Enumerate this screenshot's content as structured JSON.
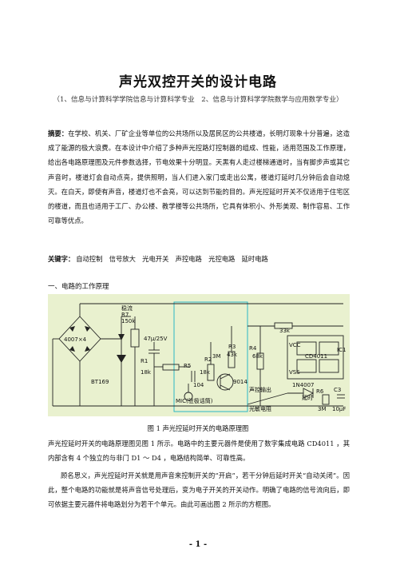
{
  "title": "声光双控开关的设计电路",
  "affiliation": "（1、信息与计算科学学院信息与计算科学专业　2、信息与计算科学学院数学与应用数学专业）",
  "abstract_label": "摘要：",
  "abstract_text": "在学校、机关、厂矿企业等单位的公共场所以及居民区的公共楼道，长明灯现象十分普遍，这造成了能源的极大浪费。在本设计中介绍了多种声光控路灯控制器的组成、性能，适用范围及工作原理，给出各电路原理图及元件参数选择，节电效果十分明显。天黑有人走过楼梯通道时，当有脚步声或其它声音时，楼道灯会自动点亮，提供照明，当人们进入家门或走出公寓，楼道灯延时几分钟后会自动熄灭。在白天，即使有声音，楼道灯也不会亮，可以达到节能的目的。声光控延时开关不仅适用于住宅区的楼道，而且也适用于工厂、办公楼、教学楼等公共场所，它具有体积小、外形美观、制作容易、工作可靠等优点。",
  "keywords_label": "关键字：",
  "keywords": "自动控制　信号放大　光电开关　声控电路　光控电路　延时电路",
  "section_heading": "一、电路的工作原理",
  "figure_labels": {
    "d1": "4007×4",
    "zener": "稳流",
    "r7": "R7",
    "r7v": "150k",
    "c1": "47μ/25V",
    "r1": "R1",
    "r1v": "18k",
    "bt": "BT169",
    "r2": "R2",
    "r2v": "18k",
    "r3": "R3",
    "r3v": "43k",
    "r4": "R4",
    "r4v": "68k",
    "r5": "R5",
    "c2": "104",
    "q1": "9014",
    "rmic": "3M",
    "mic": "MIC(驻极话筒)",
    "r33": "33k",
    "ic": "IC1",
    "ic_name": "CD4011",
    "vcc": "VCC",
    "vss": "VSS",
    "d2": "1N4007",
    "r6": "R6",
    "r6v": "3M",
    "c3": "C3",
    "c3v": "10μF",
    "light": "光敏电阻",
    "sound_out": "声控输出",
    "delay": "延时"
  },
  "caption": "图 1  声光控延时开关的电路原理图",
  "para1": "声光控延时开关的电路原理图见图 1 所示。电路中的主要元器件是使用了数字集成电路 CD4011 ，其内部含有 4 个独立的与非门 D1 ～ D4 ，电路结构简单、可靠性高。",
  "para2": "顾名思义，声光控延时开关就是用声音来控制开关的“开启”，若干分钟后延时开关“自动关闭”。因此，整个电路的功能就是将声音信号处理后，变为电子开关的开关动作。明确了电路的信号流向后，即可依据主要元器件将电路划分为若干个单元。由此可画出图 2 所示的方框图。",
  "page_number": "- 1 -"
}
